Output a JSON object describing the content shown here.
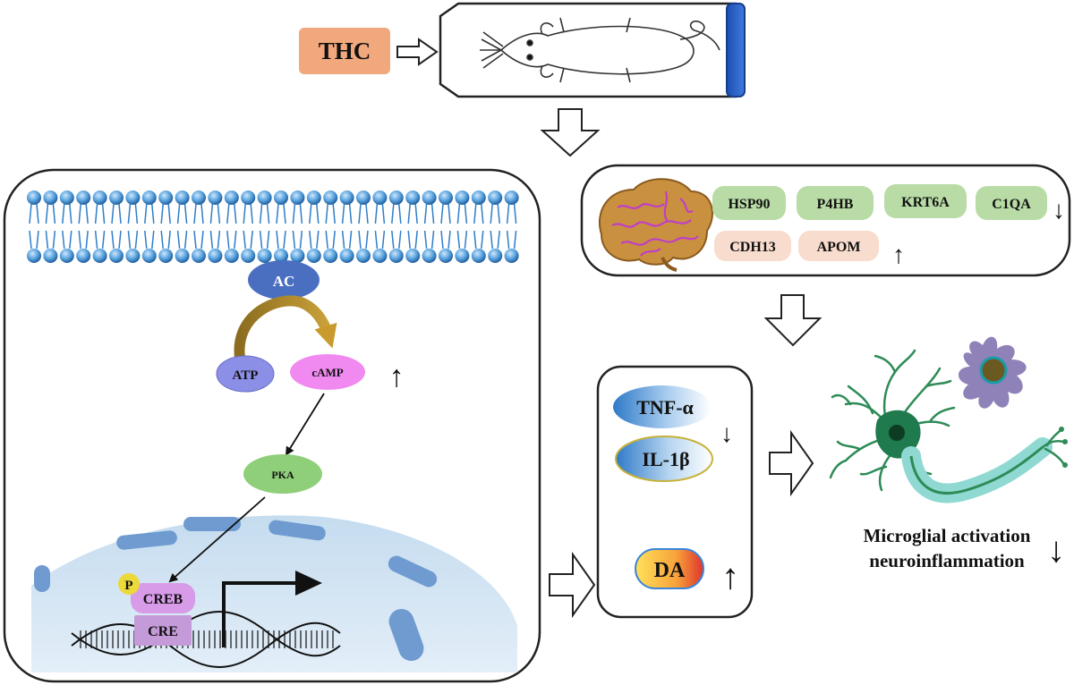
{
  "treatment": {
    "label": "THC"
  },
  "pathway": {
    "enzyme": "AC",
    "substrate": "ATP",
    "product": "cAMP",
    "kinase": "PKA",
    "phospho": "P",
    "transcription_factor": "CREB",
    "response_element": "CRE",
    "camp_change": "↑"
  },
  "brain_genes": {
    "down": [
      "HSP90",
      "P4HB",
      "KRT6A",
      "C1QA"
    ],
    "down_arrow": "↓",
    "up": [
      "CDH13",
      "APOM"
    ],
    "up_arrow": "↑"
  },
  "cytokines": {
    "down": [
      "TNF-α",
      "IL-1β"
    ],
    "down_arrow": "↓",
    "up": [
      "DA"
    ],
    "up_arrow": "↑"
  },
  "outcome": {
    "line1": "Microglial activation",
    "line2": "neuroinflammation",
    "arrow": "↓"
  },
  "colors": {
    "thc_box": "#f0a87c",
    "gene_down_box": "#b9dca6",
    "gene_up_box": "#f8dccd",
    "ac": "#4a6fc0",
    "atp": "#8c8fe6",
    "camp": "#f08af0",
    "pka": "#8fcf7a",
    "creb": "#d89be8",
    "membrane": "#2f7fc9",
    "neuron": "#2e8b57",
    "microglia": "#8f82b8"
  }
}
